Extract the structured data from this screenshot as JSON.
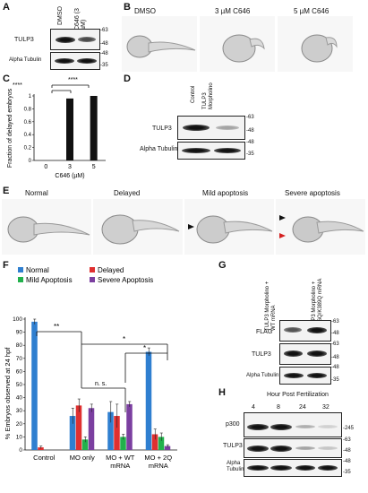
{
  "panelA": {
    "letter": "A",
    "lanes": [
      "DMSO",
      "C646 (3 µM)"
    ],
    "rows": [
      "TULP3",
      "Alpha Tubulin"
    ],
    "markers": [
      "-63",
      "-48",
      "-48",
      "-35"
    ]
  },
  "panelB": {
    "letter": "B",
    "conditions": [
      "DMSO",
      "3 µM C646",
      "5 µM C646"
    ]
  },
  "panelC": {
    "letter": "C",
    "sig1": "****",
    "sig2": "****"
  },
  "panelD": {
    "letter": "D",
    "lanes": [
      "Control",
      "TULP3 Morpholino"
    ],
    "rows": [
      "TULP3",
      "Alpha Tubulin"
    ],
    "markers": [
      "-63",
      "-48",
      "-48",
      "-35"
    ]
  },
  "panelE": {
    "letter": "E",
    "conditions": [
      "Normal",
      "Delayed",
      "Mild apoptosis",
      "Severe apoptosis"
    ]
  },
  "panelF": {
    "letter": "F",
    "sig_control": "**",
    "sig_ns": "n. s.",
    "sig_star1": "*",
    "sig_star2": "*"
  },
  "panelG": {
    "letter": "G",
    "lanes": [
      "TULP3 Morpholino + WT mRNA",
      "TULP3 Morpholino + K316Q/K389Q mRNA"
    ],
    "rows": [
      "FLAG",
      "TULP3",
      "Alpha Tubulin"
    ],
    "markers": [
      "-63",
      "-48",
      "-63",
      "-48",
      "-48",
      "-35"
    ]
  },
  "panelH": {
    "letter": "H",
    "header": "Hour Post Fertilization",
    "hours": [
      "4",
      "8",
      "24",
      "32"
    ],
    "rows": [
      "p300",
      "TULP3",
      "Alpha Tubulin"
    ],
    "markers": [
      "-245",
      "-63",
      "-48",
      "-48",
      "-35"
    ]
  },
  "chart_data": [
    {
      "type": "bar",
      "panel": "C",
      "categories": [
        "0",
        "3",
        "5"
      ],
      "values": [
        0,
        0.96,
        1.0
      ],
      "ylabel": "Fraction of delayed embryos",
      "xlabel": "C646 (µM)",
      "ylim": [
        0,
        1
      ],
      "yticks": [
        "0",
        "0.2",
        "0.4",
        "0.6",
        "0.8",
        "1"
      ],
      "bar_color": "#111111"
    },
    {
      "type": "bar",
      "panel": "F",
      "categories": [
        "Control",
        "MO only",
        "MO + WT mRNA",
        "MO + 2Q mRNA"
      ],
      "ylabel": "% Embryos observed at 24 hpf",
      "ylim": [
        0,
        100
      ],
      "yticks": [
        "0",
        "10",
        "20",
        "30",
        "40",
        "50",
        "60",
        "70",
        "80",
        "90",
        "100"
      ],
      "series": [
        {
          "name": "Normal",
          "color": "#2f7fd0",
          "values": [
            98,
            26,
            29,
            75
          ],
          "errors": [
            2,
            6,
            8,
            3
          ]
        },
        {
          "name": "Delayed",
          "color": "#e03030",
          "values": [
            2,
            34,
            26,
            12
          ],
          "errors": [
            1,
            5,
            9,
            4
          ]
        },
        {
          "name": "Mild Apoptosis",
          "color": "#22b14c",
          "values": [
            0,
            8,
            10,
            10
          ],
          "errors": [
            0,
            2,
            2,
            3
          ]
        },
        {
          "name": "Severe Apoptosis",
          "color": "#7b3fa0",
          "values": [
            0,
            32,
            35,
            3
          ],
          "errors": [
            0,
            3,
            2,
            1
          ]
        }
      ]
    }
  ]
}
